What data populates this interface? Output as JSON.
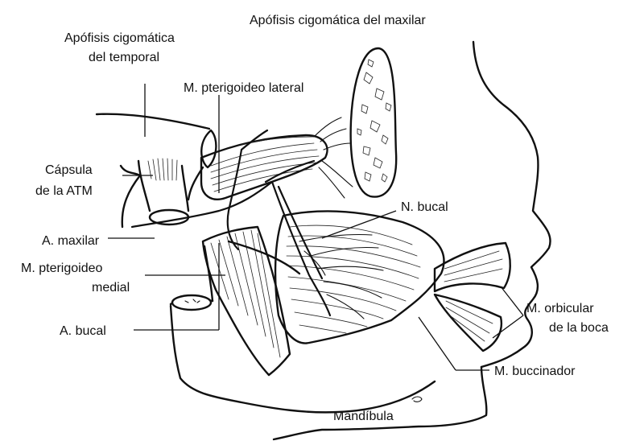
{
  "labels": {
    "apofisis_maxilar": "Apófisis cigomática del maxilar",
    "apofisis_temporal_1": "Apófisis cigomática",
    "apofisis_temporal_2": "del temporal",
    "pterigoideo_lateral": "M. pterigoideo lateral",
    "capsula_1": "Cápsula",
    "capsula_2": "de la ATM",
    "n_bucal": "N. bucal",
    "a_maxilar": "A. maxilar",
    "pterigoideo_medial_1": "M. pterigoideo",
    "pterigoideo_medial_2": "medial",
    "a_bucal": "A. bucal",
    "orbicular_1": "M. orbicular",
    "orbicular_2": "de la boca",
    "buccinador": "M. buccinador",
    "mandibula": "Mandíbula"
  },
  "colors": {
    "ink": "#111111",
    "background": "#ffffff"
  }
}
